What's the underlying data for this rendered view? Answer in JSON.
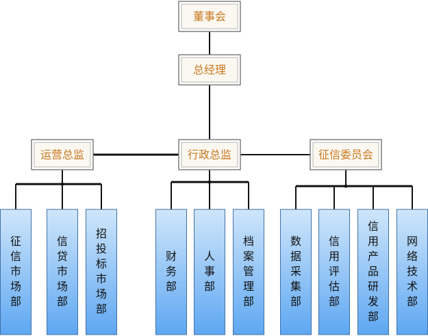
{
  "colors": {
    "line": "#111111",
    "top_fill": "#fbf8f1",
    "top_border_outer": "#7f7f7f",
    "top_text": "#c8781e",
    "dept_fill_top": "#cfe6fb",
    "dept_fill_bottom": "#5ea7f2",
    "dept_border": "#3f6fa5",
    "dept_text": "#111111"
  },
  "org": {
    "board": "董事会",
    "gm": "总经理",
    "heads": [
      {
        "label": "运营总监",
        "departments": [
          "征信市场部",
          "信贷市场部",
          "招投标市场部"
        ]
      },
      {
        "label": "行政总监",
        "departments": [
          "财务部",
          "人事部",
          "档案管理部"
        ]
      },
      {
        "label": "征信委员会",
        "departments": [
          "数据采集部",
          "信用评估部",
          "信用产品研发部",
          "网络技术部"
        ]
      }
    ]
  }
}
